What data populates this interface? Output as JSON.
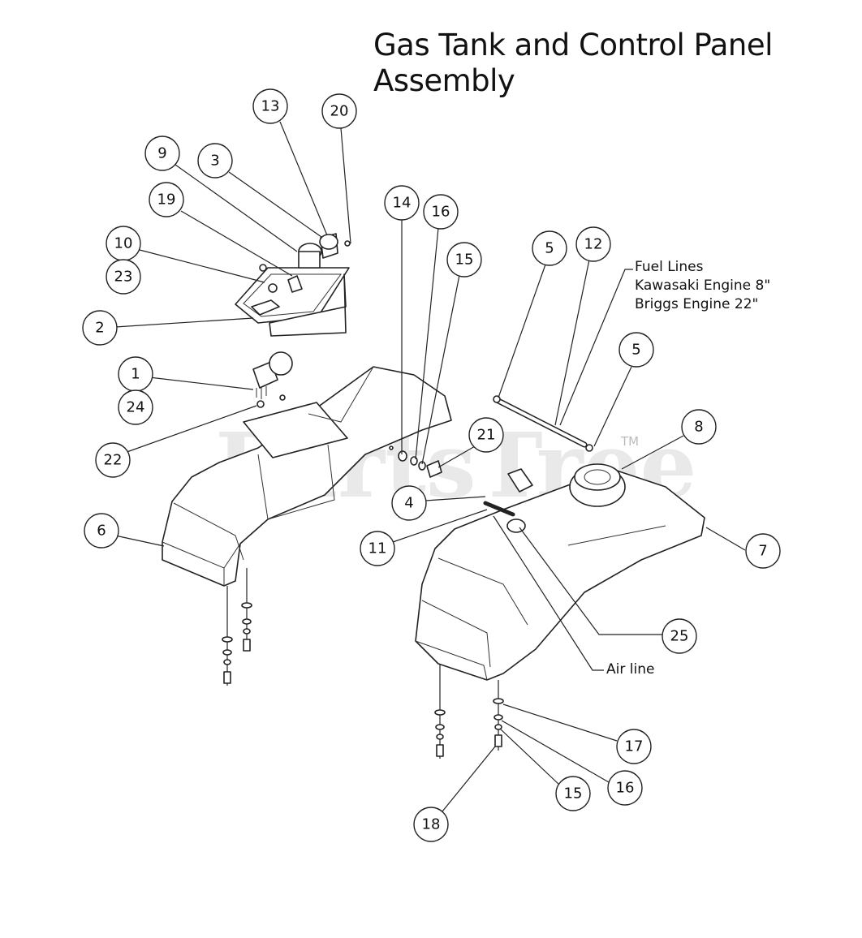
{
  "title_line1": "Gas Tank and Control Panel",
  "title_line2": "Assembly",
  "notes": {
    "fuel_lines": "Fuel Lines",
    "kawasaki": "Kawasaki Engine 8\"",
    "briggs": "Briggs Engine 22\"",
    "air_line": "Air line"
  },
  "watermark": "PartsTree",
  "trademark": "TM",
  "callouts": [
    "13",
    "20",
    "9",
    "3",
    "19",
    "10",
    "23",
    "2",
    "1",
    "24",
    "22",
    "6",
    "14",
    "16",
    "15",
    "21",
    "4",
    "11",
    "5",
    "12",
    "5",
    "8",
    "7",
    "25",
    "17",
    "16",
    "15",
    "18"
  ]
}
